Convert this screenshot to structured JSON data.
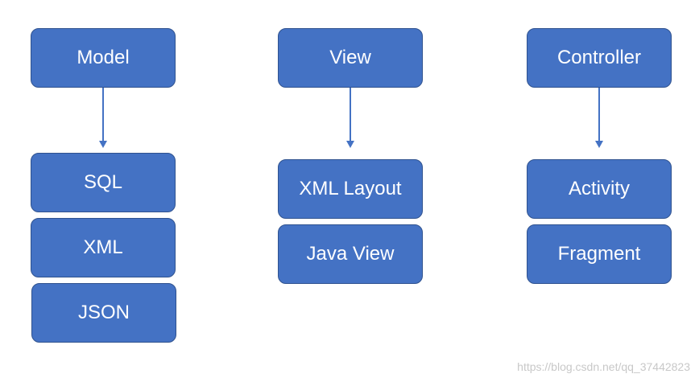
{
  "columns": [
    {
      "header": "Model",
      "items": [
        "SQL",
        "XML",
        "JSON"
      ]
    },
    {
      "header": "View",
      "items": [
        "XML Layout",
        "Java View"
      ]
    },
    {
      "header": "Controller",
      "items": [
        "Activity",
        "Fragment"
      ]
    }
  ],
  "watermark": "https://blog.csdn.net/qq_37442823",
  "colors": {
    "box_fill": "#4472c4",
    "box_border": "#2f528f",
    "arrow": "#4472c4",
    "text": "#ffffff"
  }
}
